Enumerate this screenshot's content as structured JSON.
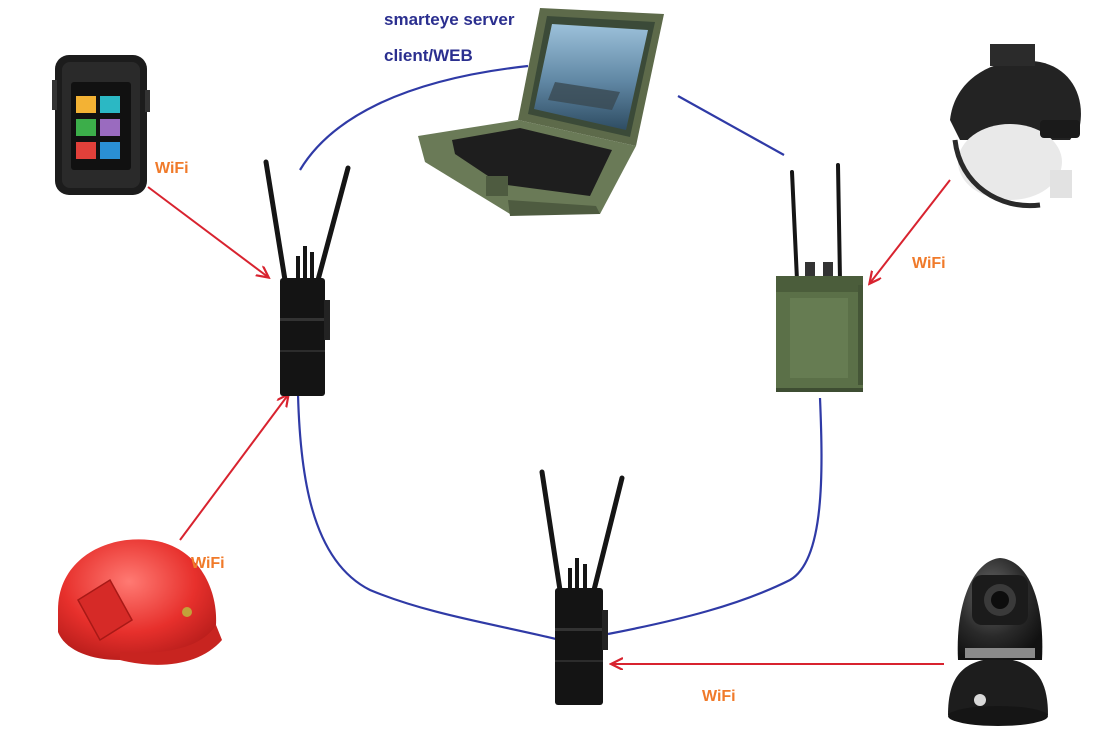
{
  "server": {
    "line1": "smarteye server",
    "line2": "client/WEB"
  },
  "wifi_labels": {
    "phone": "WiFi",
    "helmet_tactical": "WiFi",
    "helmet_red": "WiFi",
    "ptz_camera": "WiFi"
  },
  "colors": {
    "link_blue": "#2f3aa6",
    "wifi_red": "#d8232f",
    "wifi_text": "#f07a2a",
    "server_text": "#2b2f8f"
  }
}
